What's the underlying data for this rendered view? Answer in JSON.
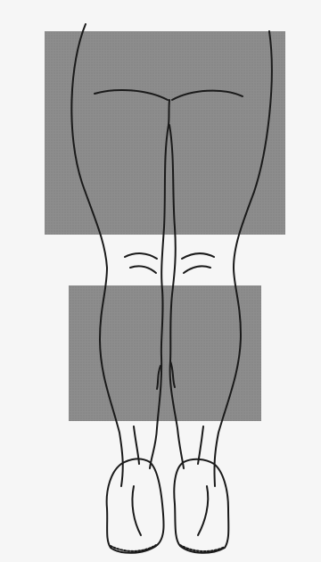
{
  "figure": {
    "background_color": "#f6f6f6",
    "region_fill_color": "#8d8d8d",
    "outline_color": "#1a1a1a",
    "highlighted_regions": [
      {
        "name": "thigh-region",
        "body_part": "thigh"
      },
      {
        "name": "calf-region",
        "body_part": "calf"
      }
    ]
  }
}
